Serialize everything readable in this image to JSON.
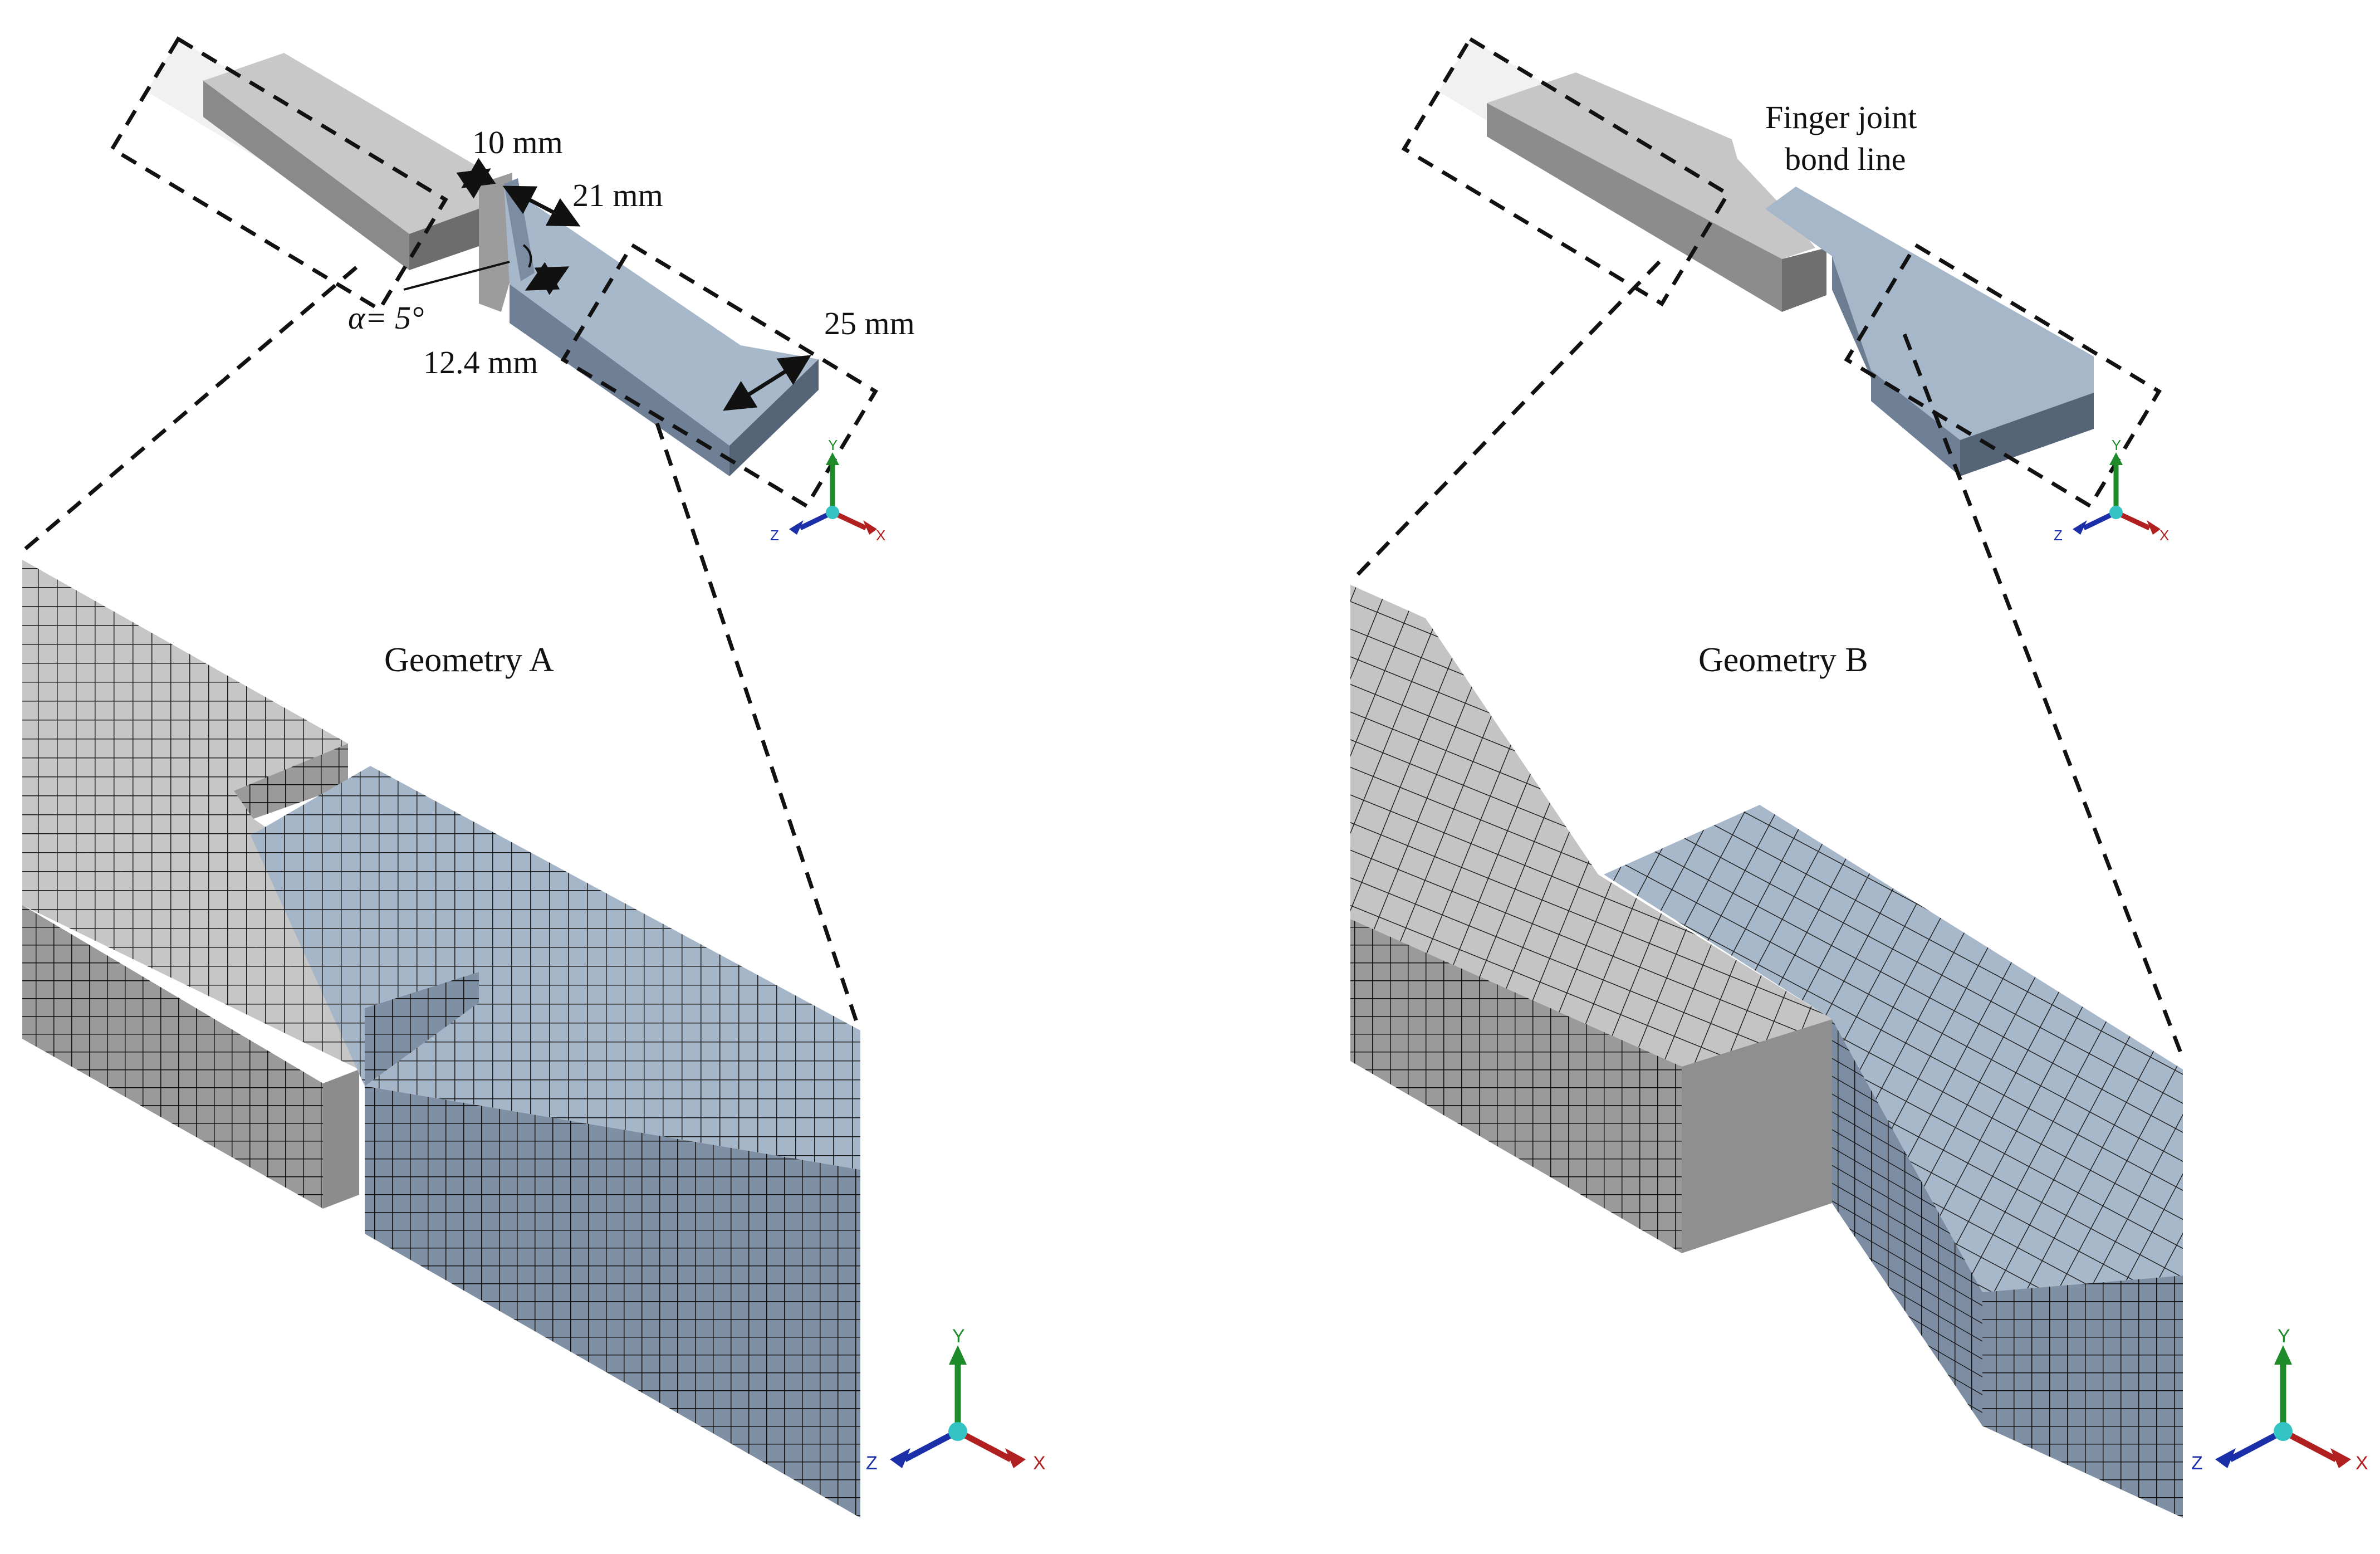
{
  "geometry_a": {
    "title": "Geometry A",
    "dims": {
      "d10": "10 mm",
      "d21": "21 mm",
      "d25": "25 mm",
      "d124": "12.4 mm",
      "alpha": "α= 5°"
    }
  },
  "geometry_b": {
    "title": "Geometry B",
    "callout_line1": "Finger joint",
    "callout_line2": "bond line"
  },
  "axes": {
    "x": "X",
    "y": "Y",
    "z": "Z"
  },
  "colors": {
    "grey_top": "#c9c9c9",
    "grey_side": "#8d8d8d",
    "grey_front": "#6f6f6f",
    "blue_top": "#a9b9cc",
    "blue_side": "#7b8ca2",
    "blue_front": "#5f6e82",
    "mesh_line": "#1a1a1a",
    "axis_y": "#1f8a2a",
    "axis_x": "#b02020",
    "axis_z": "#1a2fa8",
    "axis_origin": "#33c3c3"
  },
  "icons": [
    "xyz-triad-icon",
    "double-arrow-icon"
  ]
}
